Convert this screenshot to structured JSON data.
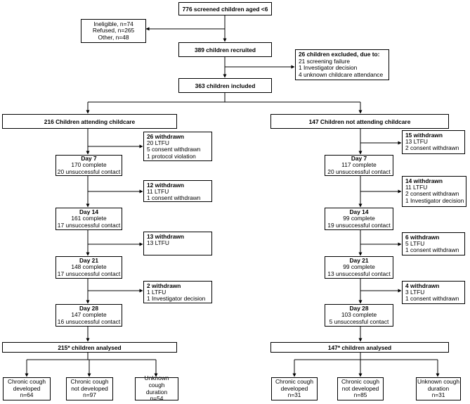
{
  "screened": {
    "title": "776 screened children aged <6"
  },
  "screen_excluded": {
    "lines": [
      "Ineligible, n=74",
      "Refused, n=265",
      "Other, n=48"
    ]
  },
  "recruited": {
    "title": "389 children recruited"
  },
  "recruit_excluded": {
    "title": "26 children excluded, due to:",
    "lines": [
      "21 screening failure",
      "1 Investigator decision",
      "4 unknown childcare attendance"
    ]
  },
  "included": {
    "title": "363 children included"
  },
  "left": {
    "group": "216 Children attending childcare",
    "withdrawn": [
      {
        "title": "26 withdrawn",
        "lines": [
          "20 LTFU",
          "5 consent withdrawn",
          "1 protocol violation"
        ]
      },
      {
        "title": "12 withdrawn",
        "lines": [
          "11 LTFU",
          "1 consent withdrawn"
        ]
      },
      {
        "title": "13 withdrawn",
        "lines": [
          "13 LTFU"
        ]
      },
      {
        "title": "2 withdrawn",
        "lines": [
          "1 LTFU",
          "1 Investigator decision"
        ]
      }
    ],
    "days": [
      {
        "title": "Day 7",
        "complete": "170 complete",
        "contact": "20 unsuccessful contact"
      },
      {
        "title": "Day 14",
        "complete": "161 complete",
        "contact": "17 unsuccessful contact"
      },
      {
        "title": "Day 21",
        "complete": "148 complete",
        "contact": "17 unsuccessful contact"
      },
      {
        "title": "Day 28",
        "complete": "147 complete",
        "contact": "16 unsuccessful contact"
      }
    ],
    "analysed": "215* children analysed",
    "outcomes": [
      {
        "line1": "Chronic cough",
        "line2": "developed",
        "n": "n=64"
      },
      {
        "line1": "Chronic cough",
        "line2": "not developed",
        "n": "n=97"
      },
      {
        "line1": "Unknown cough",
        "line2": "duration",
        "n": "n=54"
      }
    ]
  },
  "right": {
    "group": "147 Children not attending childcare",
    "withdrawn": [
      {
        "title": "15 withdrawn",
        "lines": [
          "13 LTFU",
          "2 consent withdrawn"
        ]
      },
      {
        "title": "14 withdrawn",
        "lines": [
          "11 LTFU",
          "2 consent withdrawn",
          "1 Investigator decision"
        ]
      },
      {
        "title": "6 withdrawn",
        "lines": [
          "5 LTFU",
          "1 consent withdrawn"
        ]
      },
      {
        "title": "4 withdrawn",
        "lines": [
          "3 LTFU",
          "1 consent withdrawn"
        ]
      }
    ],
    "days": [
      {
        "title": "Day 7",
        "complete": "117 complete",
        "contact": "20 unsuccessful contact"
      },
      {
        "title": "Day 14",
        "complete": "99 complete",
        "contact": "19 unsuccessful contact"
      },
      {
        "title": "Day 21",
        "complete": "99 complete",
        "contact": "13 unsuccessful contact"
      },
      {
        "title": "Day 28",
        "complete": "103 complete",
        "contact": "5 unsuccessful contact"
      }
    ],
    "analysed": "147* children analysed",
    "outcomes": [
      {
        "line1": "Chronic cough",
        "line2": "developed",
        "n": "n=31"
      },
      {
        "line1": "Chronic cough",
        "line2": "not developed",
        "n": "n=85"
      },
      {
        "line1": "Unknown cough",
        "line2": "duration",
        "n": "n=31"
      }
    ]
  }
}
